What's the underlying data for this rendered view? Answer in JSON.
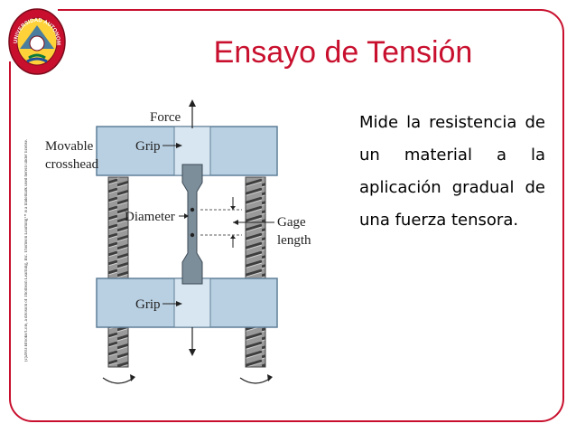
{
  "slide": {
    "title": "Ensayo de Tensión",
    "body": "Mide la resistencia de un material a la aplicación gradual de una fuerza tensora.",
    "copyright": "(c)2003 Brooks/Cole, a division of Thomson Learning, Inc.  Thomson Learning™ is a trademark used herein under license."
  },
  "seal": {
    "ring_text": "UNIVERSIDAD AUTONOMA DEL CARIBE"
  },
  "diagram": {
    "force_label": "Force",
    "movable_crosshead_line1": "Movable",
    "movable_crosshead_line2": "crosshead",
    "grip_top_label": "Grip",
    "grip_bottom_label": "Grip",
    "diameter_label": "Diameter",
    "gage_length_line1": "Gage",
    "gage_length_line2": "length"
  },
  "colors": {
    "accent": "#c8102e",
    "plate": "#b9d0e2",
    "plate_edge": "#5f7f97",
    "specimen": "#7d8e9b",
    "screw": "#7a7a7a"
  }
}
